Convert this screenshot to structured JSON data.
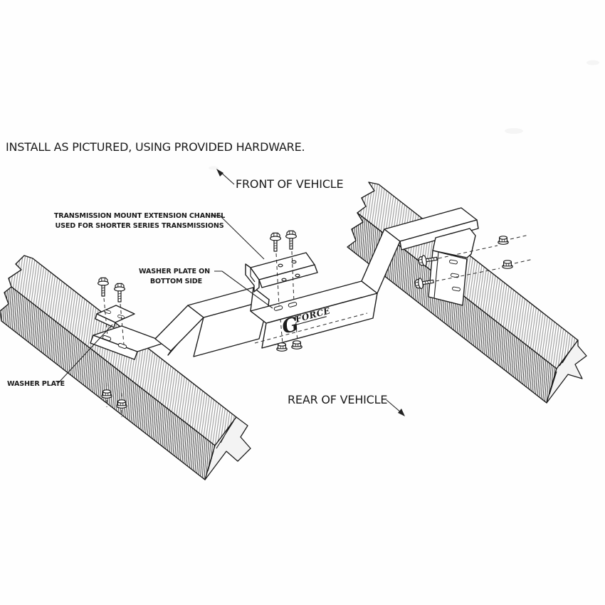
{
  "instruction": "INSTALL AS PICTURED, USING PROVIDED HARDWARE.",
  "labels": {
    "front_of_vehicle": "FRONT OF VEHICLE",
    "rear_of_vehicle": "REAR OF VEHICLE",
    "extension_channel_line1": "TRANSMISSION MOUNT EXTENSION CHANNEL",
    "extension_channel_line2": "USED FOR SHORTER SERIES TRANSMISSIONS",
    "washer_plate_bottom_line1": "WASHER PLATE ON",
    "washer_plate_bottom_line2": "BOTTOM SIDE",
    "washer_plate": "WASHER PLATE"
  },
  "logo": {
    "g": "G",
    "force": "FORCE"
  },
  "colors": {
    "ink": "#1b1b1b",
    "background": "#fefefe",
    "hatch_front": "#3e3e3e",
    "hatch_top": "#8e8e8e"
  }
}
